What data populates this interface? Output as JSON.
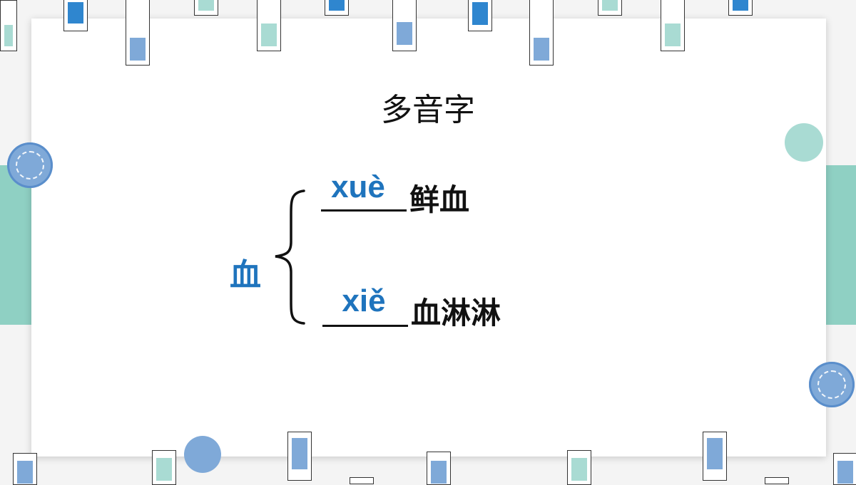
{
  "slide": {
    "title": "多音字",
    "character": "血",
    "readings": [
      {
        "pinyin": "xuè",
        "word": "鲜血"
      },
      {
        "pinyin": "xiě",
        "word": "血淋淋"
      }
    ]
  },
  "colors": {
    "accent_blue": "#1f74bd",
    "teal": "#8fd0c3",
    "soft_blue": "#7fa9d8"
  }
}
